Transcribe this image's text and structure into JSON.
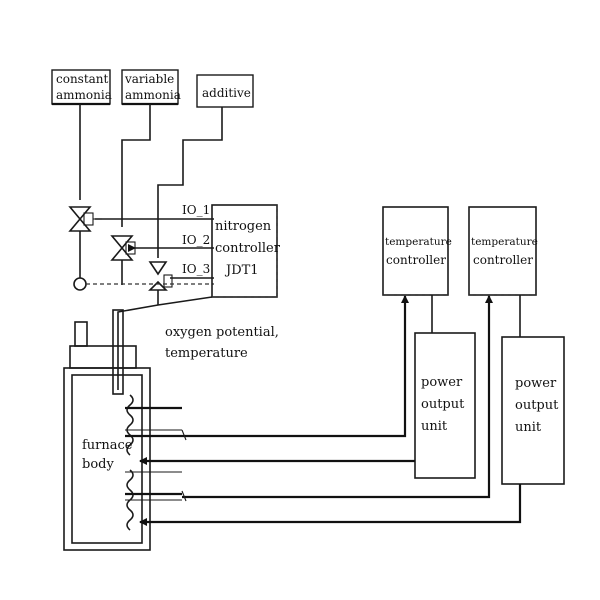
{
  "sources": {
    "constant_ammonia": [
      "constant",
      "ammonia"
    ],
    "variable_ammonia": [
      "variable",
      "ammonia"
    ],
    "additive": "additive"
  },
  "nitrogen_controller": {
    "lines": [
      "nitrogen",
      "controller",
      "JDT1"
    ],
    "io": [
      "IO_1",
      "IO_2",
      "IO_3"
    ]
  },
  "sensor_label": [
    "oxygen potential,",
    "temperature"
  ],
  "temperature_controllers": [
    [
      "temperature",
      "controller"
    ],
    [
      "temperature",
      "controller"
    ]
  ],
  "power_units": [
    [
      "power",
      "output",
      "unit"
    ],
    [
      "power",
      "output",
      "unit"
    ]
  ],
  "furnace": [
    "furnace",
    "body"
  ]
}
